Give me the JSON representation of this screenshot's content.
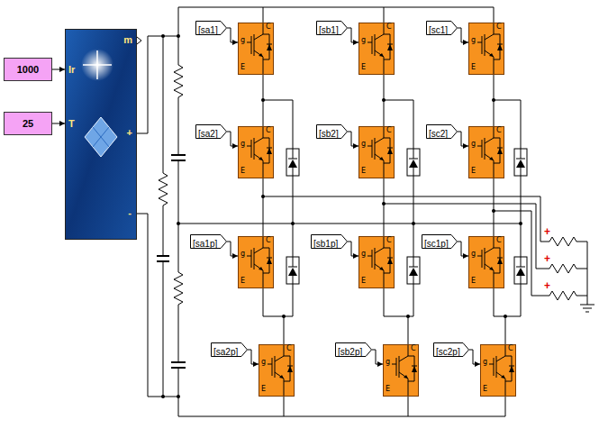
{
  "diagram": {
    "nodes": [
      {
        "text": [
          "1000"
        ]
      },
      {
        "text": [
          "25"
        ]
      },
      {
        "text": [
          "Ir",
          "T",
          "m",
          "+",
          "-"
        ]
      },
      {
        "text": [
          "[sa1]"
        ]
      },
      {
        "text": [
          "g",
          "C",
          "E"
        ]
      },
      {
        "text": [
          "[sb1]"
        ]
      },
      {
        "text": [
          "g",
          "C",
          "E"
        ]
      },
      {
        "text": [
          "[sc1]"
        ]
      },
      {
        "text": [
          "g",
          "C",
          "E"
        ]
      },
      {
        "text": [
          "[sa2]"
        ]
      },
      {
        "text": [
          "g",
          "C",
          "E"
        ]
      },
      {
        "text": [
          "[sb2]"
        ]
      },
      {
        "text": [
          "g",
          "C",
          "E"
        ]
      },
      {
        "text": [
          "[sc2]"
        ]
      },
      {
        "text": [
          "g",
          "C",
          "E"
        ]
      },
      {
        "text": [
          "[sa1p]"
        ]
      },
      {
        "text": [
          "g",
          "C",
          "E"
        ]
      },
      {
        "text": [
          "[sb1p]"
        ]
      },
      {
        "text": [
          "g",
          "C",
          "E"
        ]
      },
      {
        "text": [
          "[sc1p]"
        ]
      },
      {
        "text": [
          "g",
          "C",
          "E"
        ]
      },
      {
        "text": [
          "[sa2p]"
        ]
      },
      {
        "text": [
          "g",
          "C",
          "E"
        ]
      },
      {
        "text": [
          "[sb2p]"
        ]
      },
      {
        "text": [
          "g",
          "C",
          "E"
        ]
      },
      {
        "text": [
          "[sc2p]"
        ]
      },
      {
        "text": [
          "g",
          "C",
          "E"
        ]
      }
    ],
    "edges": [
      {
        "from": 0,
        "to": 2,
        "arrow": "to"
      },
      {
        "from": 1,
        "to": 2,
        "arrow": "to"
      },
      {
        "from": 3,
        "to": 4,
        "arrow": "to"
      },
      {
        "from": 5,
        "to": 6,
        "arrow": "to"
      },
      {
        "from": 7,
        "to": 8,
        "arrow": "to"
      },
      {
        "from": 9,
        "to": 10,
        "arrow": "to"
      },
      {
        "from": 11,
        "to": 12,
        "arrow": "to"
      },
      {
        "from": 13,
        "to": 14,
        "arrow": "to"
      },
      {
        "from": 15,
        "to": 16,
        "arrow": "to"
      },
      {
        "from": 17,
        "to": 18,
        "arrow": "to"
      },
      {
        "from": 19,
        "to": 20,
        "arrow": "to"
      },
      {
        "from": 21,
        "to": 22,
        "arrow": "to"
      },
      {
        "from": 23,
        "to": 24,
        "arrow": "to"
      },
      {
        "from": 25,
        "to": 26,
        "arrow": "to"
      }
    ],
    "labels": [
      "+",
      "+",
      "+"
    ]
  }
}
